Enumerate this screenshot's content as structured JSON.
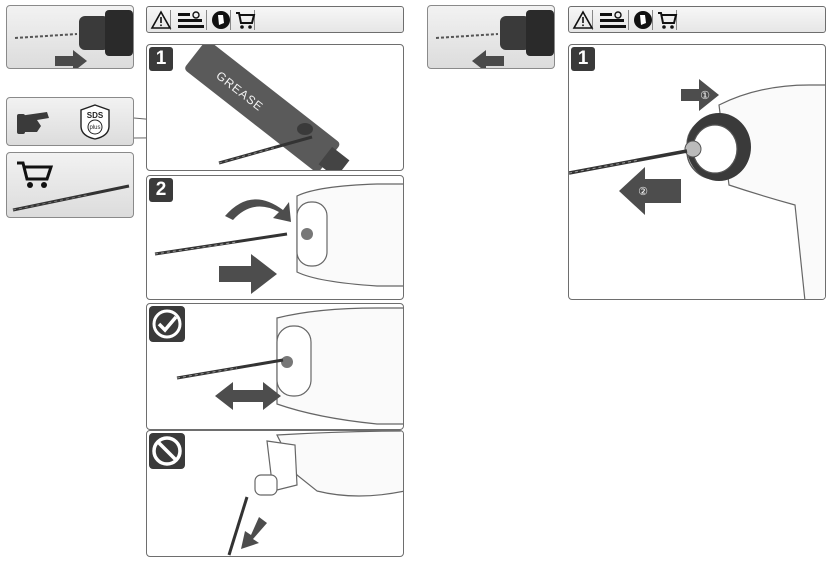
{
  "left_page": {
    "header_icons": [
      "warning-icon",
      "workbench-icon",
      "glove-icon",
      "cart-icon"
    ],
    "step1": {
      "number": "1",
      "grease_label": "GREASE"
    },
    "step2": {
      "number": "2"
    },
    "sds_badge": {
      "top": "SDS",
      "bottom": "plus"
    },
    "correct_badge": "check-circle-icon",
    "wrong_badge": "prohibited-icon"
  },
  "right_page": {
    "header_icons": [
      "warning-icon",
      "workbench-icon",
      "glove-icon",
      "cart-icon"
    ],
    "step1": {
      "number": "1",
      "marker1": "①",
      "marker2": "②"
    }
  },
  "colors": {
    "outline": "#6e6e6e",
    "dark": "#3a3a3a",
    "arrow": "#555555"
  }
}
